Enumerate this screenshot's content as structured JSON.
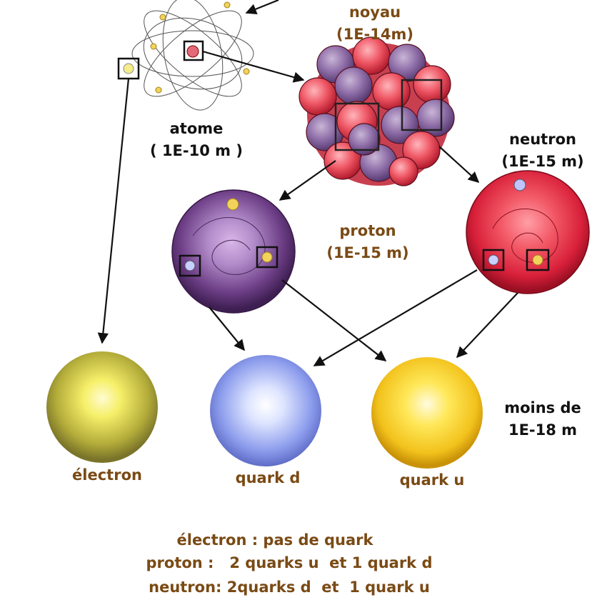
{
  "labels": {
    "noyau_name": "noyau",
    "noyau_size": "(1E-14m)",
    "atome_name": "atome",
    "atome_size": "( 1E-10 m )",
    "neutron_name": "neutron",
    "neutron_size": "(1E-15 m)",
    "proton_name": "proton",
    "proton_size": "(1E-15 m)",
    "quark_size_1": "moins de",
    "quark_size_2": "1E-18 m",
    "electron": "électron",
    "quark_d": "quark d",
    "quark_u": "quark u"
  },
  "summary": {
    "line1": "électron : pas de quark",
    "line2": "proton :   2 quarks u  et 1 quark d",
    "line3": "neutron: 2quarks d  et  1 quark u"
  },
  "colors": {
    "label_brown": "#7a4a14",
    "electron": "#8f8a2a",
    "quark_d": "#7f8fe6",
    "quark_u": "#f2c21c",
    "proton": "#6e3f87",
    "neutron": "#e0243a"
  }
}
